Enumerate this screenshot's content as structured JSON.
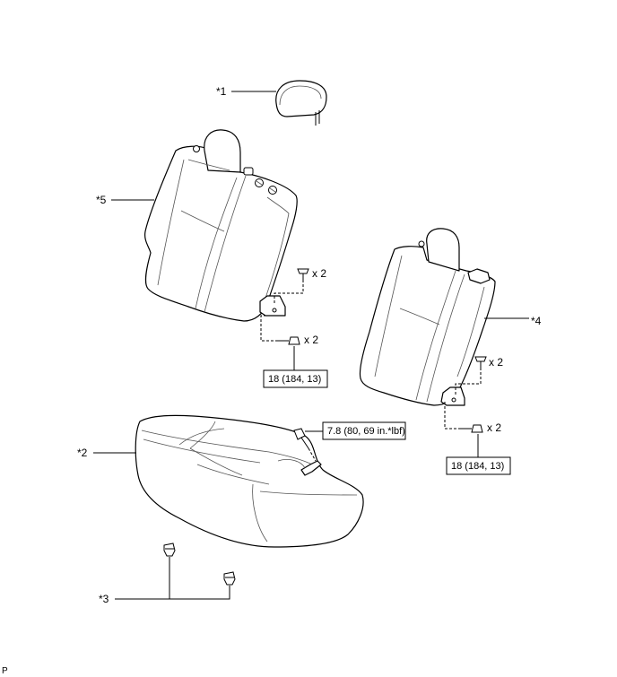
{
  "callouts": {
    "headrest": "*1",
    "seat_cushion": "*2",
    "clip": "*3",
    "right_seatback": "*4",
    "left_seatback": "*5"
  },
  "quantities": {
    "left_upper_bolt": "x 2",
    "left_lower_bolt": "x 2",
    "right_upper_bolt": "x 2",
    "right_lower_bolt": "x 2"
  },
  "torques": {
    "left_seatback": "18 (184, 13)",
    "cushion_bolt": "7.8 (80, 69 in.*lbf)",
    "right_seatback": "18 (184, 13)"
  },
  "footer": {
    "code": "P"
  }
}
